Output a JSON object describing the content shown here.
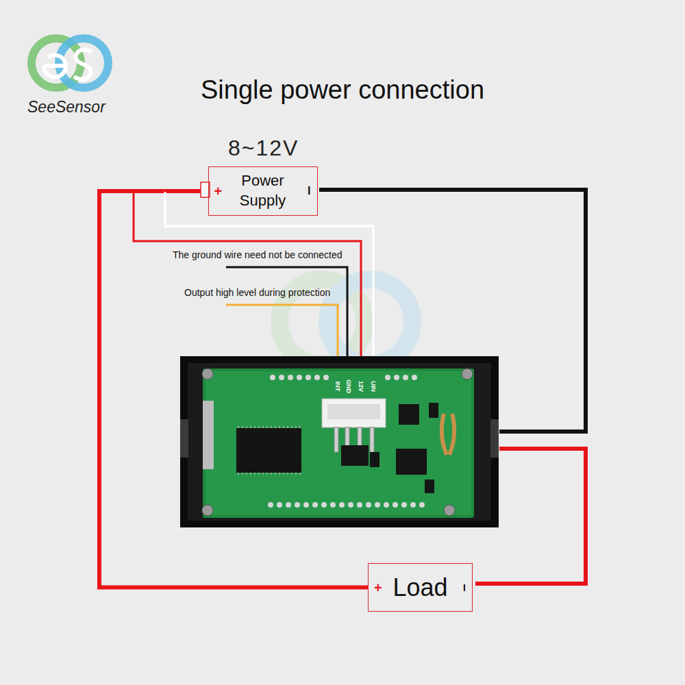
{
  "diagram": {
    "title": "Single power connection",
    "nodes": [
      {
        "text": [
          "+",
          "Power Supply",
          "I"
        ]
      },
      {
        "text": [
          "+",
          "Load",
          "I"
        ]
      }
    ],
    "edges": [
      {
        "from": 0,
        "to": 1,
        "arrow": "none"
      }
    ],
    "labels": [
      "SeeSensor",
      "8~12V",
      "The ground wire need not be connected",
      "Output high level during protection",
      "INT",
      "GND",
      "12V",
      "UIN"
    ]
  }
}
